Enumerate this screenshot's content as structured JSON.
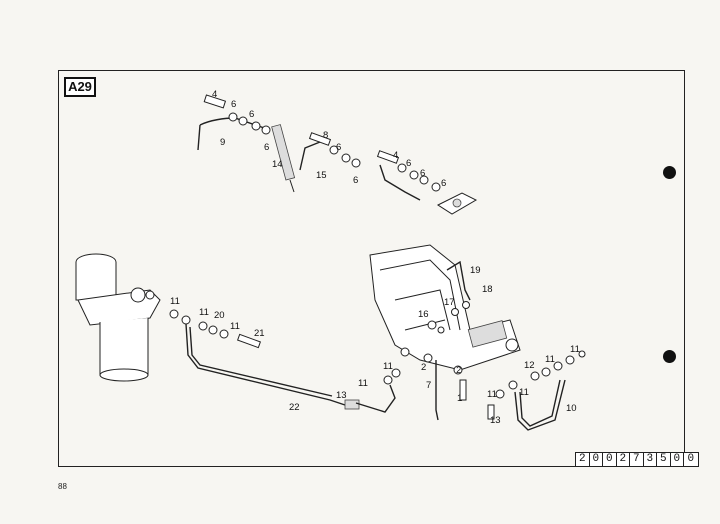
{
  "section_tag": "A29",
  "page_number": "88",
  "part_number_digits": [
    "2",
    "0",
    "0",
    "2",
    "7",
    "3",
    "5",
    "0",
    "0"
  ],
  "callouts": {
    "c4a": "4",
    "c6a": "6",
    "c6b": "6",
    "c6c": "6",
    "c9": "9",
    "c14": "14",
    "c8": "8",
    "c6d": "6",
    "c6e": "6",
    "c15": "15",
    "c4b": "4",
    "c6f": "6",
    "c6g": "6",
    "c6h": "6",
    "c11a": "11",
    "c11b": "11",
    "c20": "20",
    "c11c": "11",
    "c21": "21",
    "c19": "19",
    "c17": "17",
    "c18": "18",
    "c16": "16",
    "c11d": "11",
    "c2a": "2",
    "c2b": "2",
    "c7": "7",
    "c1": "1",
    "c12": "12",
    "c11e": "11",
    "c11f": "11",
    "c11g": "11",
    "c11h": "11",
    "c13a": "13",
    "c10": "10",
    "c13b": "13",
    "c11i": "11",
    "c22": "22"
  }
}
